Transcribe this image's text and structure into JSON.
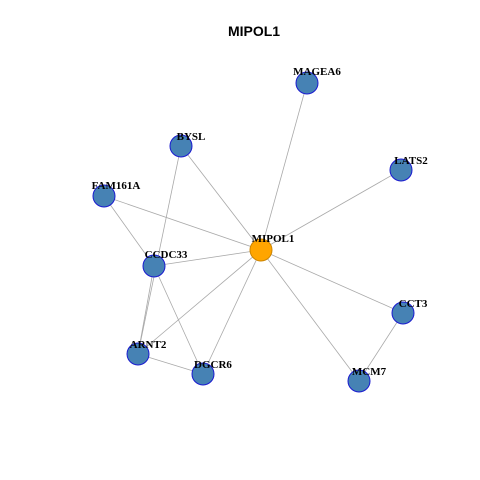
{
  "title": "MIPOL1",
  "colors": {
    "node_fill": "#4682B4",
    "node_stroke": "#1a1ad0",
    "center_fill": "#FFA500",
    "center_stroke": "#CC8400",
    "edge": "#a9a9a9"
  },
  "nodes": [
    {
      "id": "MIPOL1",
      "center": true
    },
    {
      "id": "MAGEA6"
    },
    {
      "id": "BYSL"
    },
    {
      "id": "LATS2"
    },
    {
      "id": "FAM161A"
    },
    {
      "id": "CCDC33"
    },
    {
      "id": "CCT3"
    },
    {
      "id": "ARNT2"
    },
    {
      "id": "DGCR6"
    },
    {
      "id": "MCM7"
    }
  ],
  "edges": [
    [
      "MIPOL1",
      "MAGEA6"
    ],
    [
      "MIPOL1",
      "BYSL"
    ],
    [
      "MIPOL1",
      "LATS2"
    ],
    [
      "MIPOL1",
      "FAM161A"
    ],
    [
      "MIPOL1",
      "CCDC33"
    ],
    [
      "MIPOL1",
      "CCT3"
    ],
    [
      "MIPOL1",
      "MCM7"
    ],
    [
      "MIPOL1",
      "ARNT2"
    ],
    [
      "MIPOL1",
      "DGCR6"
    ],
    [
      "BYSL",
      "ARNT2"
    ],
    [
      "FAM161A",
      "CCDC33"
    ],
    [
      "CCDC33",
      "ARNT2"
    ],
    [
      "CCDC33",
      "DGCR6"
    ],
    [
      "ARNT2",
      "DGCR6"
    ],
    [
      "CCT3",
      "MCM7"
    ]
  ]
}
